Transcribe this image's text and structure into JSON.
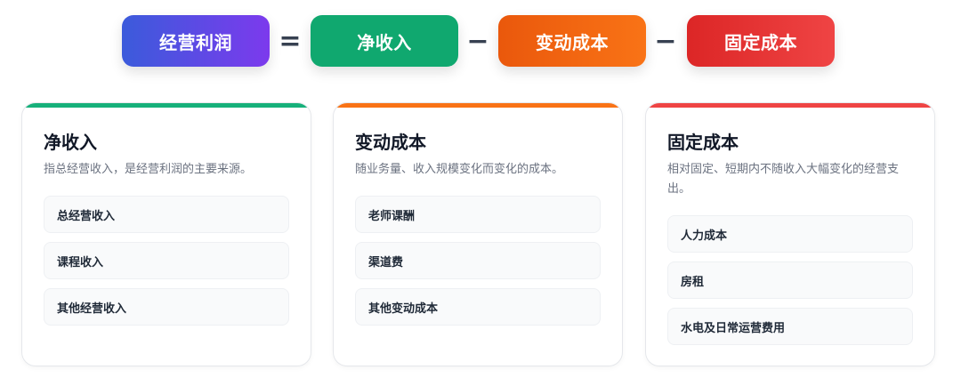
{
  "formula": {
    "result": {
      "label": "经营利润",
      "color_from": "#3b5bdb",
      "color_to": "#7c3aed"
    },
    "op1": "=",
    "term1": {
      "label": "净收入",
      "color": "#10a86f"
    },
    "op2": "−",
    "term2": {
      "label": "变动成本",
      "color": "#f26a13"
    },
    "op3": "−",
    "term3": {
      "label": "固定成本",
      "color": "#e53535"
    }
  },
  "cards": [
    {
      "title": "净收入",
      "desc": "指总经营收入，是经营利润的主要来源。",
      "accent": "#16b07a",
      "items": [
        "总经营收入",
        "课程收入",
        "其他经营收入"
      ]
    },
    {
      "title": "变动成本",
      "desc": "随业务量、收入规模变化而变化的成本。",
      "accent": "#f97316",
      "items": [
        "老师课酬",
        "渠道费",
        "其他变动成本"
      ]
    },
    {
      "title": "固定成本",
      "desc": "相对固定、短期内不随收入大幅变化的经营支出。",
      "accent": "#ef4444",
      "items": [
        "人力成本",
        "房租",
        "水电及日常运营费用"
      ]
    }
  ]
}
